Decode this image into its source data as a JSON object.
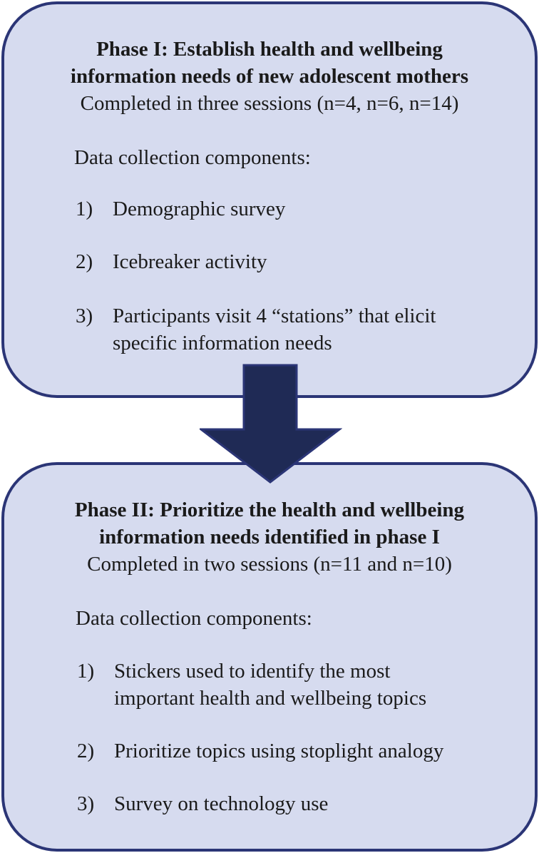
{
  "phase1": {
    "title_line1": "Phase I: Establish health and wellbeing",
    "title_line2": "information needs of new adolescent mothers",
    "subtitle": "Completed in three sessions (n=4, n=6, n=14)",
    "components_label": "Data collection components:",
    "items": [
      {
        "num": "1)",
        "text": "Demographic survey"
      },
      {
        "num": "2)",
        "text": "Icebreaker activity"
      },
      {
        "num": "3)",
        "text": "Participants visit 4 “stations” that elicit\nspecific information needs"
      }
    ]
  },
  "phase2": {
    "title_line1": "Phase II: Prioritize the health and wellbeing",
    "title_line2": "information needs identified in phase I",
    "subtitle": "Completed in two sessions (n=11 and n=10)",
    "components_label": "Data collection components:",
    "items": [
      {
        "num": "1)",
        "text": "Stickers used to identify the most\nimportant health and wellbeing topics"
      },
      {
        "num": "2)",
        "text": "Prioritize topics using stoplight analogy"
      },
      {
        "num": "3)",
        "text": "Survey on technology use"
      }
    ]
  },
  "colors": {
    "box_fill": "#d6dbef",
    "box_border": "#2b3576",
    "arrow_fill": "#1f2a55"
  }
}
